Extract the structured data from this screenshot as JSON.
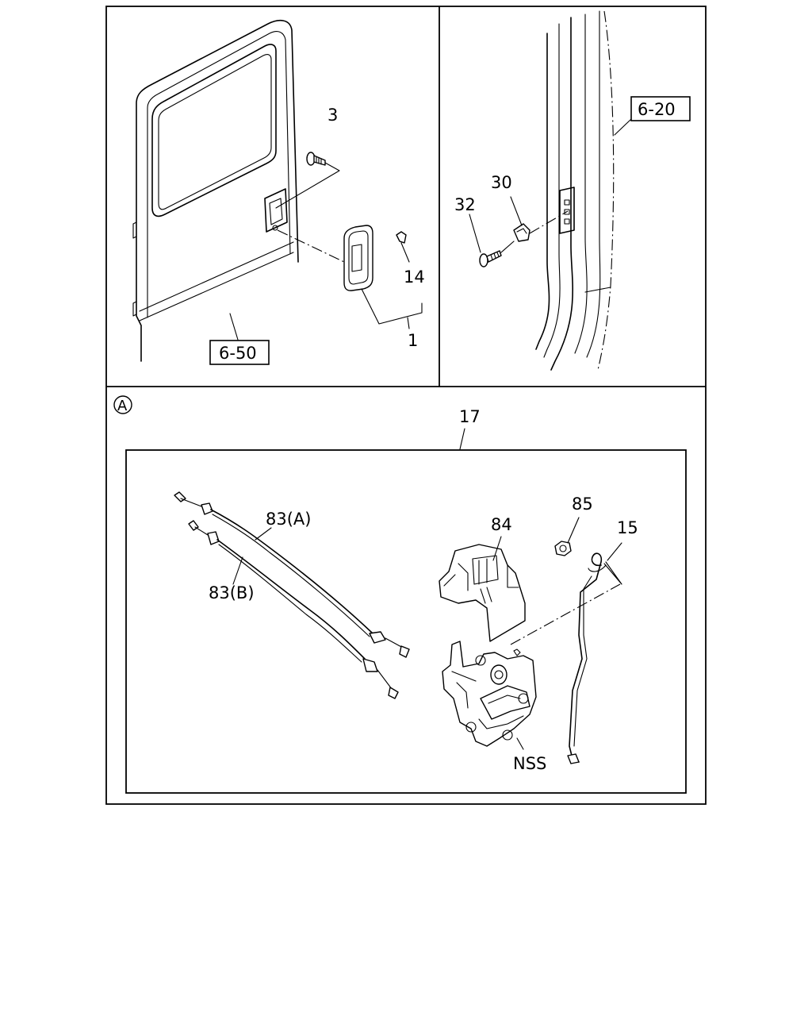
{
  "callouts": {
    "p3": "3",
    "p14": "14",
    "p1": "1",
    "ref650": "6-50",
    "ref620": "6-20",
    "p30": "30",
    "p32": "32",
    "viewA": "A",
    "p17": "17",
    "p83a": "83(A)",
    "p83b": "83(B)",
    "p84": "84",
    "p85": "85",
    "p15": "15",
    "nss": "NSS"
  }
}
